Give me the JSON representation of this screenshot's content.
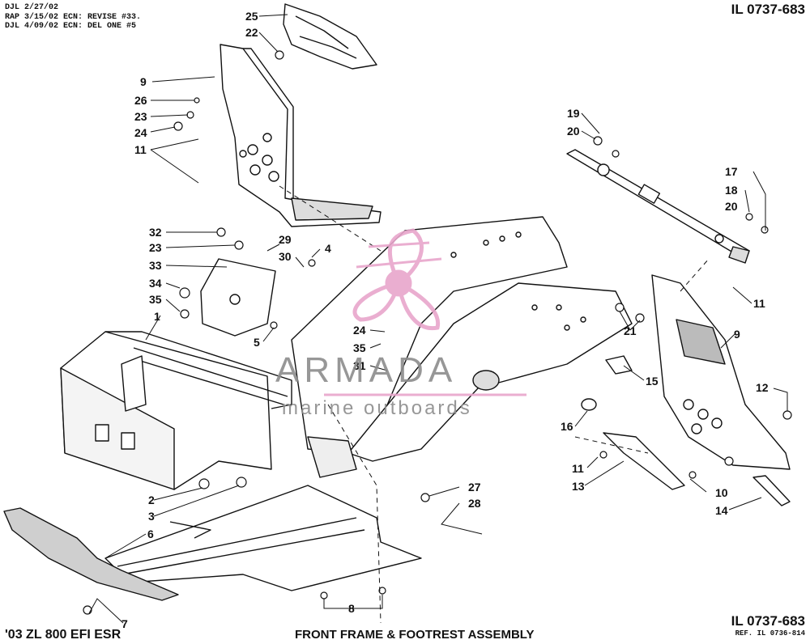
{
  "revision_notes": [
    "DJL 2/27/02",
    "RAP 3/15/02 ECN: REVISE #33.",
    "DJL 4/09/02 ECN: DEL ONE #5"
  ],
  "illustration_code_top": "IL 0737-683",
  "illustration_code_bottom": "IL 0737-683",
  "reference_code": "REF. IL 0736-814",
  "model_label": "'03 ZL 800 EFI ESR",
  "assembly_title": "FRONT FRAME & FOOTREST ASSEMBLY",
  "watermark": {
    "brand": "ARMADA",
    "tagline": "marine outboards",
    "color": "#e8a6cc"
  },
  "callouts": [
    {
      "label": "25"
    },
    {
      "label": "22"
    },
    {
      "label": "9"
    },
    {
      "label": "26"
    },
    {
      "label": "23"
    },
    {
      "label": "24"
    },
    {
      "label": "11"
    },
    {
      "label": "32"
    },
    {
      "label": "23"
    },
    {
      "label": "29"
    },
    {
      "label": "30"
    },
    {
      "label": "4"
    },
    {
      "label": "33"
    },
    {
      "label": "34"
    },
    {
      "label": "35"
    },
    {
      "label": "1"
    },
    {
      "label": "5"
    },
    {
      "label": "24"
    },
    {
      "label": "35"
    },
    {
      "label": "31"
    },
    {
      "label": "19"
    },
    {
      "label": "20"
    },
    {
      "label": "17"
    },
    {
      "label": "18"
    },
    {
      "label": "20"
    },
    {
      "label": "11"
    },
    {
      "label": "21"
    },
    {
      "label": "9"
    },
    {
      "label": "15"
    },
    {
      "label": "12"
    },
    {
      "label": "16"
    },
    {
      "label": "11"
    },
    {
      "label": "13"
    },
    {
      "label": "10"
    },
    {
      "label": "14"
    },
    {
      "label": "2"
    },
    {
      "label": "3"
    },
    {
      "label": "27"
    },
    {
      "label": "28"
    },
    {
      "label": "6"
    },
    {
      "label": "8"
    },
    {
      "label": "7"
    }
  ]
}
